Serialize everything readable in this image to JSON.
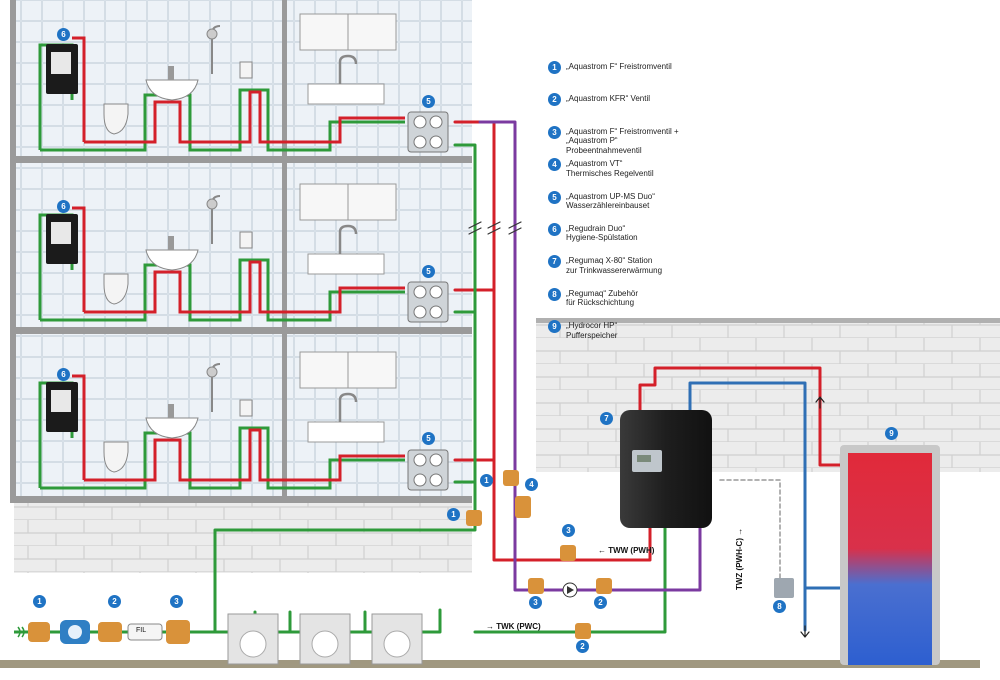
{
  "legend": [
    {
      "num": "1",
      "line1": "„Aquastrom F“ Freistromventil",
      "line2": "",
      "line3": ""
    },
    {
      "num": "2",
      "line1": "„Aquastrom KFR“ Ventil",
      "line2": "",
      "line3": ""
    },
    {
      "num": "3",
      "line1": "„Aquastrom F“ Freistromventil +",
      "line2": "„Aquastrom P“",
      "line3": "Probeentnahmeventil"
    },
    {
      "num": "4",
      "line1": "„Aquastrom VT“",
      "line2": "Thermisches Regelventil",
      "line3": ""
    },
    {
      "num": "5",
      "line1": "„Aquastrom UP-MS Duo“",
      "line2": "Wasserzählereinbauset",
      "line3": ""
    },
    {
      "num": "6",
      "line1": "„Regudrain Duo“",
      "line2": "Hygiene-Spülstation",
      "line3": ""
    },
    {
      "num": "7",
      "line1": "„Regumaq X-80“ Station",
      "line2": "zur Trinkwassererwärmung",
      "line3": ""
    },
    {
      "num": "8",
      "line1": "„Regumaq“ Zubehör",
      "line2": "für Rückschichtung",
      "line3": ""
    },
    {
      "num": "9",
      "line1": "„Hydrocor HP“",
      "line2": "Pufferspeicher",
      "line3": ""
    }
  ],
  "labels": {
    "tww": "← TWW (PWH)",
    "twz": "TWZ (PWH-C) →",
    "twk": "→ TWK (PWC)",
    "fil": "FIL"
  },
  "colors": {
    "hot": "#d4202a",
    "cold": "#2e9a3a",
    "circulation": "#7b3aa0",
    "heating_flow": "#d4202a",
    "heating_return": "#2f6fb5",
    "badge": "#1f73c4"
  }
}
